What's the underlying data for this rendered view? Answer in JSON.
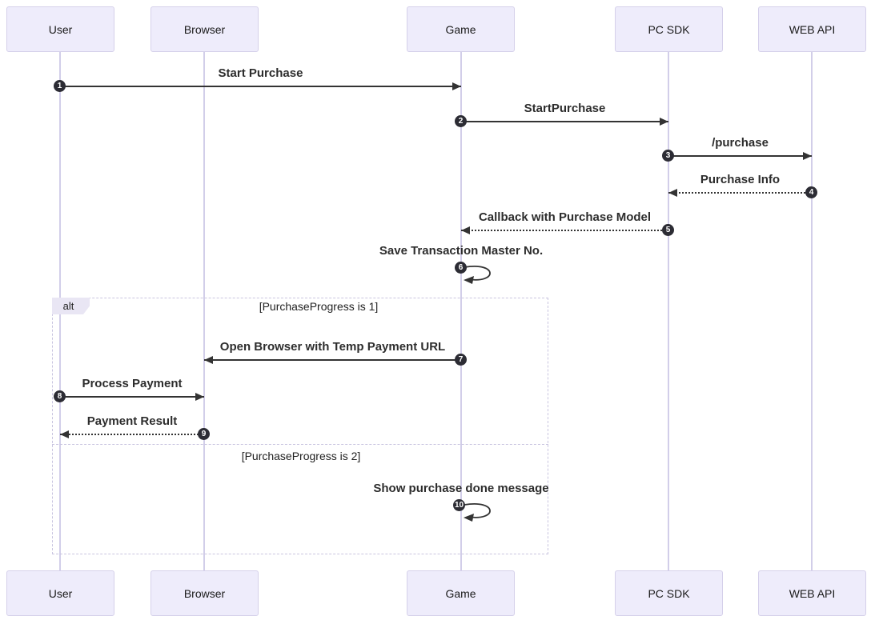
{
  "diagram": {
    "type": "sequence-diagram",
    "actors": [
      {
        "label": "User"
      },
      {
        "label": "Browser"
      },
      {
        "label": "Game"
      },
      {
        "label": "PC SDK"
      },
      {
        "label": "WEB API"
      }
    ],
    "messages": [
      {
        "seq": 1,
        "from": "User",
        "to": "Game",
        "label": "Start Purchase",
        "line": "solid"
      },
      {
        "seq": 2,
        "from": "Game",
        "to": "PC SDK",
        "label": "StartPurchase",
        "line": "solid"
      },
      {
        "seq": 3,
        "from": "PC SDK",
        "to": "WEB API",
        "label": "/purchase",
        "line": "solid"
      },
      {
        "seq": 4,
        "from": "WEB API",
        "to": "PC SDK",
        "label": "Purchase Info",
        "line": "dotted"
      },
      {
        "seq": 5,
        "from": "PC SDK",
        "to": "Game",
        "label": "Callback with Purchase Model",
        "line": "dotted"
      },
      {
        "seq": 6,
        "from": "Game",
        "to": "Game",
        "label": "Save Transaction Master No.",
        "line": "self"
      },
      {
        "seq": 7,
        "from": "Game",
        "to": "Browser",
        "label": "Open Browser with Temp Payment URL",
        "line": "solid"
      },
      {
        "seq": 8,
        "from": "User",
        "to": "Browser",
        "label": "Process Payment",
        "line": "solid"
      },
      {
        "seq": 9,
        "from": "Browser",
        "to": "User",
        "label": "Payment Result",
        "line": "dotted"
      },
      {
        "seq": 10,
        "from": "Game",
        "to": "Game",
        "label": "Show purchase done message",
        "line": "self"
      }
    ],
    "alt_frame": {
      "label": "alt",
      "conditions": [
        "[PurchaseProgress is 1]",
        "[PurchaseProgress is 2]"
      ]
    },
    "colors": {
      "actor_fill": "#eeecfb",
      "actor_border": "#d5d0ea",
      "lifeline": "#d2cee9",
      "message_line": "#333333",
      "badge_bg": "#2c2c34",
      "badge_text": "#ffffff",
      "frame_border": "#c9c5e0"
    }
  }
}
